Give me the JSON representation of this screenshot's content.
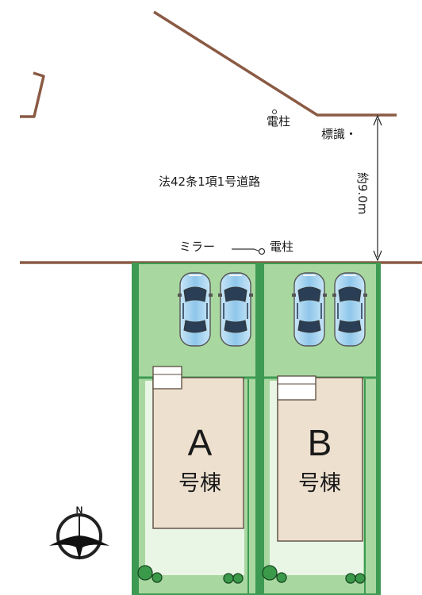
{
  "road": {
    "label": "法42条1項1号道路",
    "width_label": "約9.0m"
  },
  "landmarks": {
    "pole_top": "電柱",
    "sign": "標識・",
    "mirror": "ミラー",
    "pole_bottom": "電柱"
  },
  "lots": [
    {
      "id": "A",
      "letter": "A",
      "label": "号棟",
      "cars": 2
    },
    {
      "id": "B",
      "letter": "B",
      "label": "号棟",
      "cars": 2
    }
  ],
  "compass": {
    "label": "N",
    "icon": "north-compass-icon"
  },
  "colors": {
    "boundary": "#8a5a44",
    "lot_green": "#a8d8a0",
    "lot_border": "#3d9a52",
    "house": "#eee0cf",
    "car": "#9fd0ee"
  }
}
